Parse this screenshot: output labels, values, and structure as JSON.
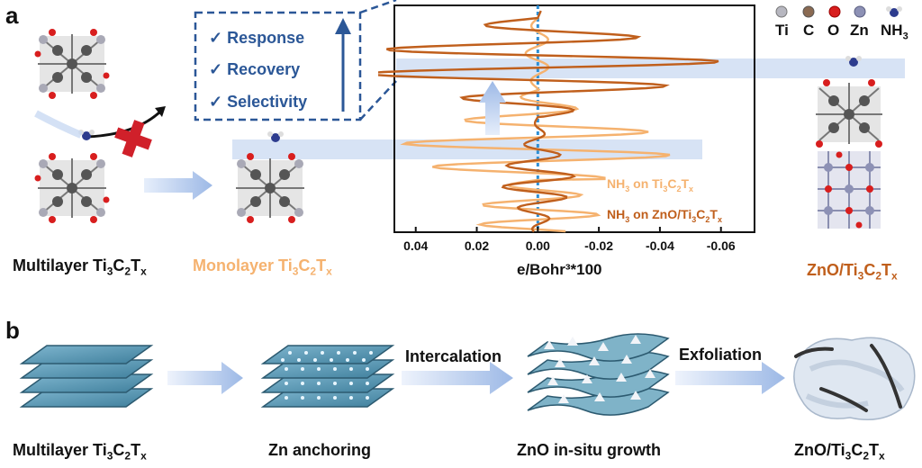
{
  "panel_a": {
    "letter": "a",
    "check_items": [
      "✓ Response",
      "✓ Recovery",
      "✓ Selectivity"
    ],
    "legend": {
      "ti": "Ti",
      "c": "C",
      "o": "O",
      "zn": "Zn",
      "nh3": "NH",
      "nh3_sub": "3"
    },
    "labels": {
      "multilayer": {
        "main": "Multilayer Ti",
        "s1": "3",
        "m2": "C",
        "s2": "2",
        "m3": "T",
        "s3": "x"
      },
      "monolayer": {
        "main": "Monolayer Ti",
        "s1": "3",
        "m2": "C",
        "s2": "2",
        "m3": "T",
        "s3": "x"
      },
      "composite": {
        "main": "ZnO/Ti",
        "s1": "3",
        "m2": "C",
        "s2": "2",
        "m3": "T",
        "s3": "x"
      }
    },
    "colors": {
      "light_series": "#f5b26f",
      "dark_series": "#c05f1c",
      "check_text": "#2b5797",
      "dashed_box": "#2b5797",
      "band": "#c9d9f2",
      "zero_line": "#2d8fd5"
    }
  },
  "chart_data": {
    "type": "line",
    "xlabel": "e/Bohr³*100",
    "x_ticks": [
      "0.04",
      "0.02",
      "0.00",
      "-0.02",
      "-0.04",
      "-0.06"
    ],
    "x_tick_values": [
      0.04,
      0.02,
      0.0,
      -0.02,
      -0.04,
      -0.06
    ],
    "xlim": [
      0.047,
      -0.071
    ],
    "x_reversed": true,
    "series": [
      {
        "name_parts": {
          "a": "NH",
          "b": "3",
          "c": " on Ti",
          "d": "3",
          "e": "C",
          "f": "2",
          "g": "T",
          "h": "x"
        },
        "color": "#f5b26f"
      },
      {
        "name_parts": {
          "a": "NH",
          "b": "3",
          "c": " on ZnO/Ti",
          "d": "3",
          "e": "C",
          "f": "2",
          "g": "T",
          "h": "x"
        },
        "color": "#c05f1c"
      }
    ]
  },
  "panel_b": {
    "letter": "b",
    "steps": [
      {
        "label": "Multilayer Ti",
        "s1": "3",
        "m2": "C",
        "s2": "2",
        "m3": "T",
        "s3": "x"
      },
      {
        "label": "Zn anchoring"
      },
      {
        "label": "ZnO in-situ growth"
      },
      {
        "label": "ZnO/Ti",
        "s1": "3",
        "m2": "C",
        "s2": "2",
        "m3": "T",
        "s3": "x"
      }
    ],
    "arrow_labels": [
      "Intercalation",
      "Exfoliation"
    ]
  }
}
